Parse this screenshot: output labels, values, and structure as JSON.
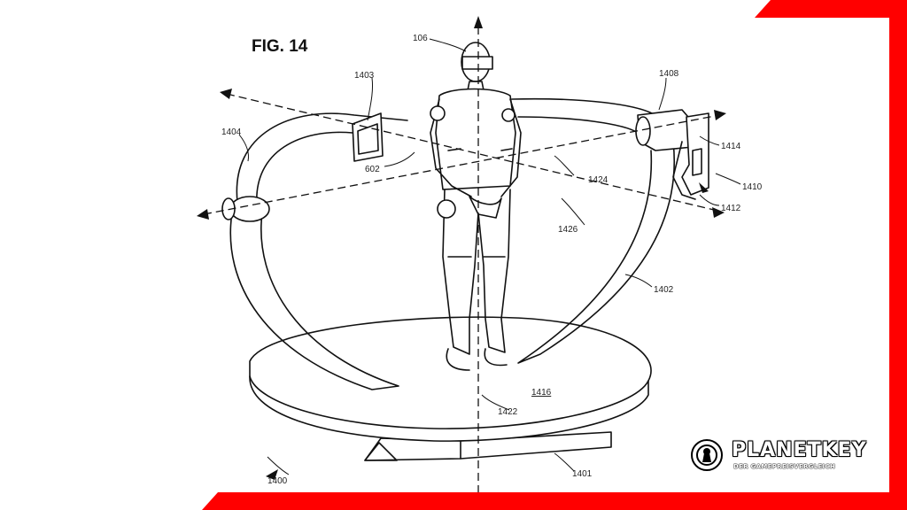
{
  "figure": {
    "title": "FIG. 14",
    "labels": {
      "l106": "106",
      "l1403": "1403",
      "l1408": "1408",
      "l1404": "1404",
      "l602": "602",
      "l1424": "1424",
      "l1414": "1414",
      "l1410": "1410",
      "l1412": "1412",
      "l1426": "1426",
      "l1402": "1402",
      "l1416": "1416",
      "l1422": "1422",
      "l1400": "1400",
      "l1401": "1401"
    }
  },
  "branding": {
    "name": "PLANETKEY",
    "tagline": "DER GAMEPREISVERGLEICH",
    "accent_color": "#ff0000",
    "logo_icon": "keyhole-icon"
  }
}
